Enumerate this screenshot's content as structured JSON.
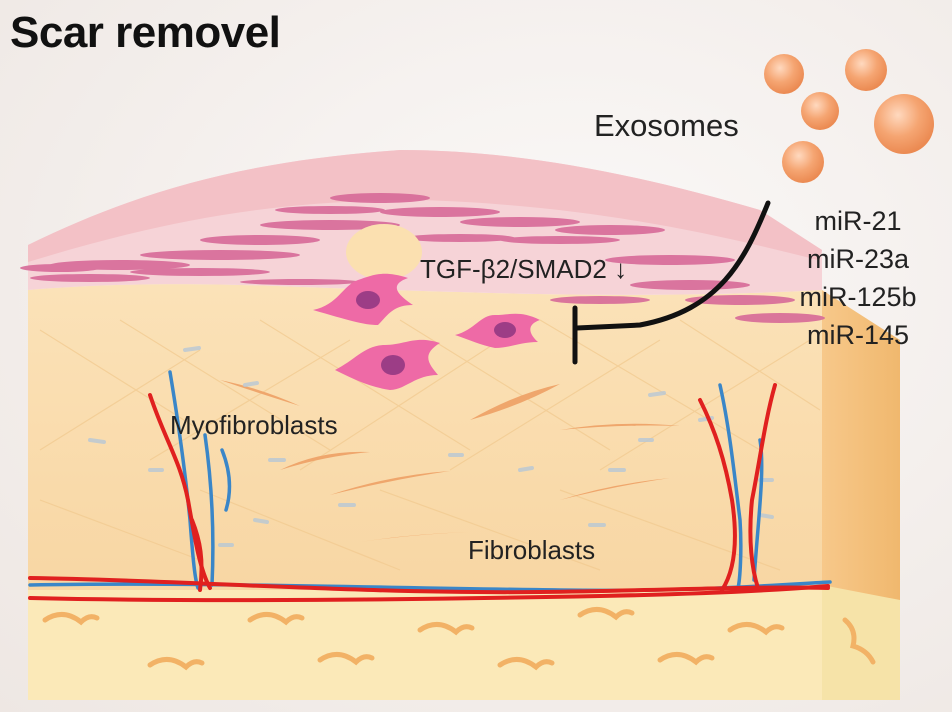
{
  "title": "Scar removel",
  "labels": {
    "exosomes": "Exosomes",
    "pathway": "TGF-β2/SMAD2 ↓",
    "myofibroblasts": "Myofibroblasts",
    "fibroblasts": "Fibroblasts"
  },
  "mirnas": [
    "miR-21",
    "miR-23a",
    "miR-125b",
    "miR-145"
  ],
  "colors": {
    "exosome": "#f3a06e",
    "scar_tissue": "#d76a98",
    "dermis": "#f8d8a6",
    "artery": "#e0201f",
    "vein": "#3a86c8",
    "myofibroblast": "#ee6aa6",
    "fibroblast": "#eea46a"
  }
}
